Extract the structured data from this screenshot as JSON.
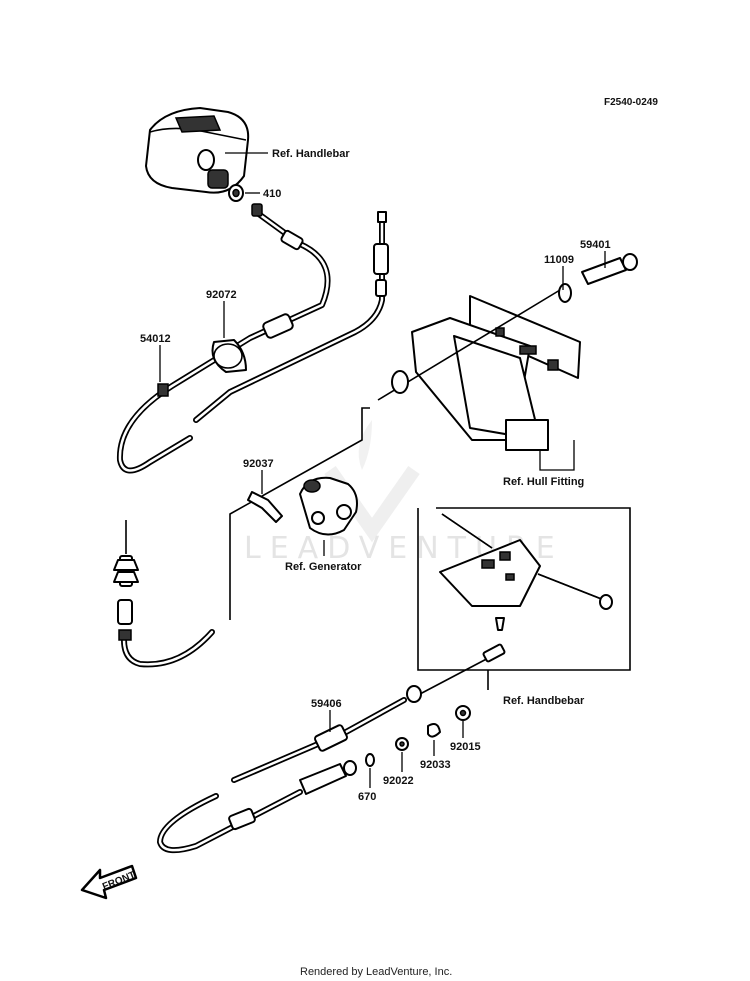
{
  "diagram_code": "F2540-0249",
  "refs": {
    "handlebar_top": "Ref. Handlebar",
    "hull_fitting": "Ref. Hull Fitting",
    "generator": "Ref. Generator",
    "handlebar_bottom": "Ref. Handbebar"
  },
  "parts": {
    "p410": "410",
    "p92072": "92072",
    "p54012": "54012",
    "p59401": "59401",
    "p11009": "11009",
    "p92037": "92037",
    "p59406": "59406",
    "p92015": "92015",
    "p92033": "92033",
    "p92022": "92022",
    "p670": "670"
  },
  "front_arrow": "FRONT",
  "watermark": "LEADVENTURE",
  "credit": "Rendered by LeadVenture, Inc."
}
